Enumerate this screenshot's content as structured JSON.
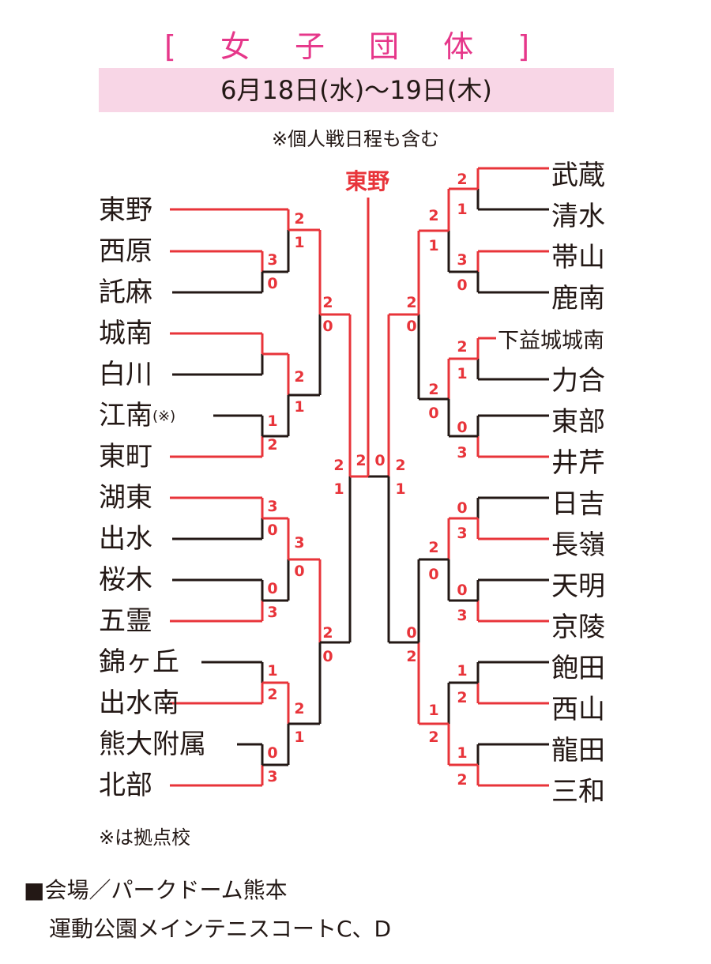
{
  "title": "[ 女 子 団 体 ]",
  "date": "6月18日(水)〜19日(木)",
  "note_top": "※個人戦日程も含む",
  "champion": "東野",
  "left_teams": [
    "東野",
    "西原",
    "託麻",
    "城南",
    "白川",
    "江南",
    "東町",
    "湖東",
    "出水",
    "桜木",
    "五霊",
    "錦ヶ丘",
    "出水南",
    "熊大附属",
    "北部"
  ],
  "left_team_mark": "(※)",
  "right_teams": [
    "武蔵",
    "清水",
    "帯山",
    "鹿南",
    "下益城城南",
    "力合",
    "東部",
    "井芹",
    "日吉",
    "長嶺",
    "天明",
    "京陵",
    "飽田",
    "西山",
    "龍田",
    "三和"
  ],
  "scores": {
    "l_r1": [
      [
        "3",
        "0"
      ],
      [
        "1",
        "2"
      ],
      [
        "3",
        "0"
      ],
      [
        "0",
        "3"
      ],
      [
        "1",
        "2"
      ],
      [
        "0",
        "3"
      ]
    ],
    "l_r2": [
      [
        "2",
        "1"
      ],
      [
        "2",
        "1"
      ],
      [
        "3",
        "0"
      ],
      [
        "2",
        "1"
      ]
    ],
    "l_r3": [
      [
        "2",
        "0"
      ],
      [
        "2",
        "0"
      ]
    ],
    "l_r4": [
      "2",
      "1"
    ],
    "r_r1": [
      [
        "2",
        "1"
      ],
      [
        "3",
        "0"
      ],
      [
        "2",
        "1"
      ],
      [
        "0",
        "3"
      ],
      [
        "0",
        "3"
      ],
      [
        "0",
        "3"
      ],
      [
        "1",
        "2"
      ],
      [
        "1",
        "2"
      ]
    ],
    "r_r2": [
      [
        "2",
        "1"
      ],
      [
        "2",
        "0"
      ],
      [
        "2",
        "0"
      ],
      [
        "1",
        "2"
      ]
    ],
    "r_r3": [
      [
        "2",
        "0"
      ],
      [
        "0",
        "2"
      ]
    ],
    "r_r4": [
      "2",
      "1"
    ],
    "final": [
      "2",
      "0"
    ]
  },
  "note_bottom": "※は拠点校",
  "venue_line1": "■会場／パークドーム熊本",
  "venue_line2": "運動公園メインテニスコートC、D",
  "colors": {
    "win": "#e8343a",
    "lose": "#231815",
    "title": "#e6378a",
    "band": "#f8d6e6"
  }
}
